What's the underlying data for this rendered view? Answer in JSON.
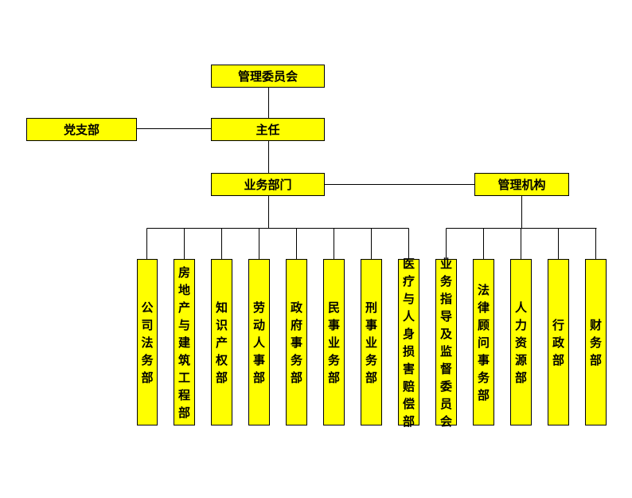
{
  "committee": "管理委员会",
  "director": "主任",
  "party_branch": "党支部",
  "business_depts": "业务部门",
  "management_org": "管理机构",
  "business_units": [
    "公司法务部",
    "房地产与建筑工程部",
    "知识产权部",
    "劳动人事部",
    "政府事务部",
    "民事业务部",
    "刑事业务部",
    "医疗与人身损害赔偿部"
  ],
  "management_units": [
    "业务指导及监督委员会",
    "法律顾问事务部",
    "人力资源部",
    "行政部",
    "财务部"
  ],
  "colors": {
    "box_fill": "#ffff00",
    "border": "#000000",
    "line": "#000000"
  }
}
